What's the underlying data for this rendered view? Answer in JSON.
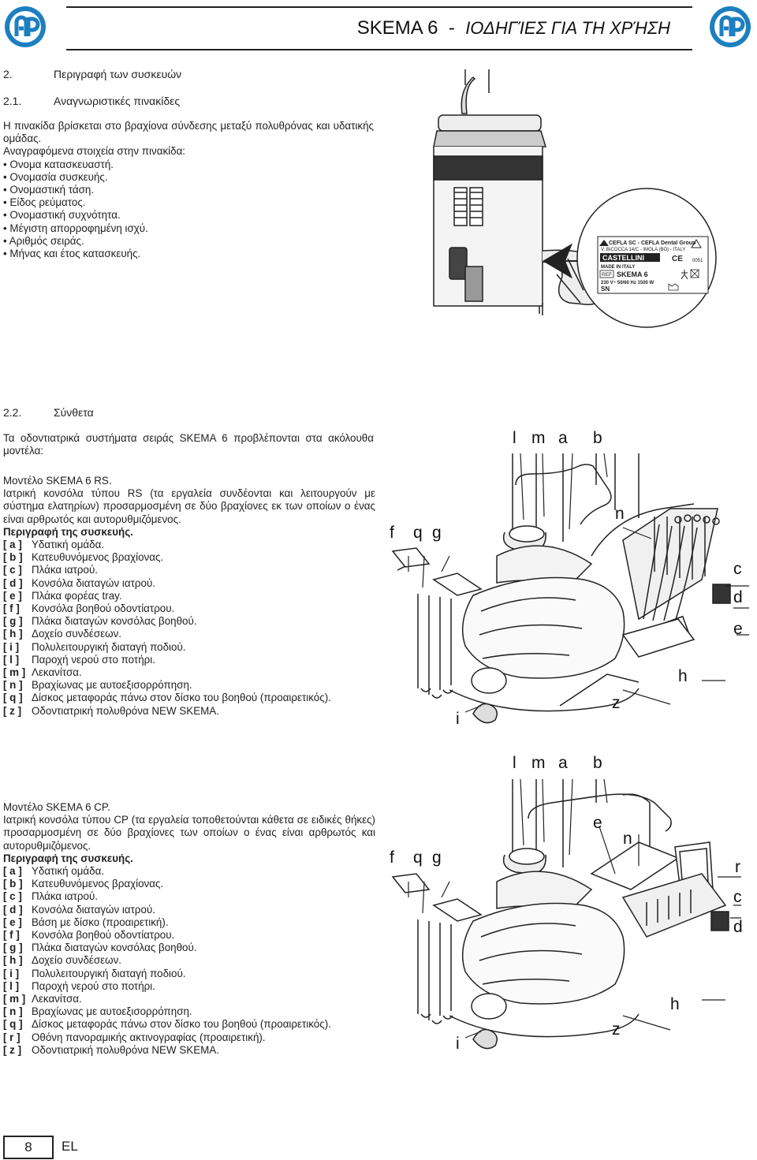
{
  "header": {
    "title": "SKEMA 6",
    "separator": "-",
    "subtitle": "ΙΟΔΗΓΊΕΣ ΓΙΑ ΤΗ ΧΡΉΣΗ"
  },
  "section2": {
    "num": "2.",
    "title": "Περιγραφή των συσκευών"
  },
  "section21": {
    "num": "2.1.",
    "title": "Αναγνωριστικές πινακίδες",
    "intro": "Η πινακίδα βρίσκεται στο βραχίονα σύνδεσης μεταξύ πολυθρόνας και υδατικής ομάδας.",
    "list_title": "Αναγραφόμενα στοιχεία στην πινακίδα:",
    "items": [
      "Ονομα κατασκευαστή.",
      "Ονομασία συσκευής.",
      "Ονομαστική τάση.",
      "Είδος ρεύματος.",
      "Ονομαστική συχνότητα.",
      "Μέγιστη απορροφημένη ισχύ.",
      "Αριθμός σειράς.",
      "Μήνας και έτος κατασκευής."
    ]
  },
  "nameplate": {
    "line1": "CEFLA SC - CEFLA Dental Group",
    "line2": "V. BICOCCA 14/C - IMOLA (BO) - ITALY",
    "brand": "CASTELLINI",
    "made": "MADE IN ITALY",
    "ref_label": "REF",
    "model": "SKEMA 6",
    "ce_code": "0051",
    "power": "230 V~  50/60 Hz  1500 W",
    "sn": "SN"
  },
  "section22": {
    "num": "2.2.",
    "title": "Σύνθετα",
    "intro": "Τα οδοντιατρικά συστήματα σειράς SKEMA 6 προβλέπονται στα ακόλουθα μοντέλα:"
  },
  "model_rs": {
    "title": "Μοντέλο SKEMA 6 RS.",
    "desc": "Ιατρική κονσόλα τύπου RS (τα εργαλεία συνδέονται και λειτουργούν με σύστημα ελατηρίων) προσαρμοσμένη σε δύο βραχίονες εκ των οποίων ο ένας είναι αρθρωτός και αυτορυθμιζόμενος.",
    "desc_title": "Περιγραφή της συσκευής.",
    "items": [
      {
        "key": "[ a ]",
        "text": "Υδατική ομάδα."
      },
      {
        "key": "[ b ]",
        "text": "Κατευθυνόμενος βραχίονας."
      },
      {
        "key": "[ c ]",
        "text": "Πλάκα ιατρού."
      },
      {
        "key": "[ d ]",
        "text": "Κονσόλα διαταγών ιατρού."
      },
      {
        "key": "[ e ]",
        "text": "Πλάκα φορέας tray."
      },
      {
        "key": "[ f ]",
        "text": "Κονσόλα βοηθού οδοντίατρου."
      },
      {
        "key": "[ g ]",
        "text": "Πλάκα διαταγών κονσόλας βοηθού."
      },
      {
        "key": "[ h ]",
        "text": "Δοχείο συνδέσεων."
      },
      {
        "key": "[ i ]",
        "text": "Πολυλειτουργική διαταγή ποδιού."
      },
      {
        "key": "[ l ]",
        "text": "Παροχή νερού στο ποτήρι."
      },
      {
        "key": "[ m ]",
        "text": "Λεκανίτσα."
      },
      {
        "key": "[ n ]",
        "text": "Βραχίωνας με αυτοεξισορρόπηση."
      },
      {
        "key": "[ q ]",
        "text": "Δίσκος μεταφοράς πάνω στον δίσκο του βοηθού (προαιρετικός)."
      },
      {
        "key": "[ z ]",
        "text": "Οδοντιατρική πολυθρόνα NEW SKEMA."
      }
    ],
    "fig_labels": {
      "l": "l",
      "m": "m",
      "a": "a",
      "b": "b",
      "n": "n",
      "f": "f",
      "q": "q",
      "g": "g",
      "c": "c",
      "d": "d",
      "e": "e",
      "h": "h",
      "z": "z",
      "i": "i"
    }
  },
  "model_cp": {
    "title": "Μοντέλο SKEMA 6 CP.",
    "desc": "Ιατρική κονσόλα τύπου CP (τα εργαλεία τοποθετούνται κάθετα σε ειδικές θήκες) προσαρμοσμένη σε δύο βραχίονες των οποίων ο ένας είναι αρθρωτός και αυτορυθμιζόμενος.",
    "desc_title": "Περιγραφή της συσκευής.",
    "items": [
      {
        "key": "[ a ]",
        "text": "Υδατική ομάδα."
      },
      {
        "key": "[ b ]",
        "text": "Κατευθυνόμενος βραχίονας."
      },
      {
        "key": "[ c ]",
        "text": "Πλάκα ιατρού."
      },
      {
        "key": "[ d ]",
        "text": "Κονσόλα διαταγών ιατρού."
      },
      {
        "key": "[ e ]",
        "text": "Βάση με δίσκο (προαιρετική)."
      },
      {
        "key": "[ f ]",
        "text": "Κονσόλα βοηθού οδοντίατρου."
      },
      {
        "key": "[ g ]",
        "text": "Πλάκα διαταγών κονσόλας βοηθού."
      },
      {
        "key": "[ h ]",
        "text": "Δοχείο συνδέσεων."
      },
      {
        "key": "[ i ]",
        "text": "Πολυλειτουργική διαταγή ποδιού."
      },
      {
        "key": "[ l ]",
        "text": "Παροχή νερού στο ποτήρι."
      },
      {
        "key": "[ m ]",
        "text": "Λεκανίτσα."
      },
      {
        "key": "[ n ]",
        "text": "Βραχίωνας με αυτοεξισορρόπηση."
      },
      {
        "key": "[ q ]",
        "text": "Δίσκος μεταφοράς πάνω στον δίσκο του βοηθού (προαιρετικός)."
      },
      {
        "key": "[ r ]",
        "text": "Οθόνη πανοραμικής ακτινογραφίας (προαιρετική)."
      },
      {
        "key": "[ z ]",
        "text": "Οδοντιατρική πολυθρόνα NEW SKEMA."
      }
    ],
    "fig_labels": {
      "l": "l",
      "m": "m",
      "a": "a",
      "b": "b",
      "e": "e",
      "n": "n",
      "f": "f",
      "q": "q",
      "g": "g",
      "r": "r",
      "c": "c",
      "d": "d",
      "h": "h",
      "z": "z",
      "i": "i"
    }
  },
  "footer": {
    "page": "8",
    "lang": "EL"
  }
}
